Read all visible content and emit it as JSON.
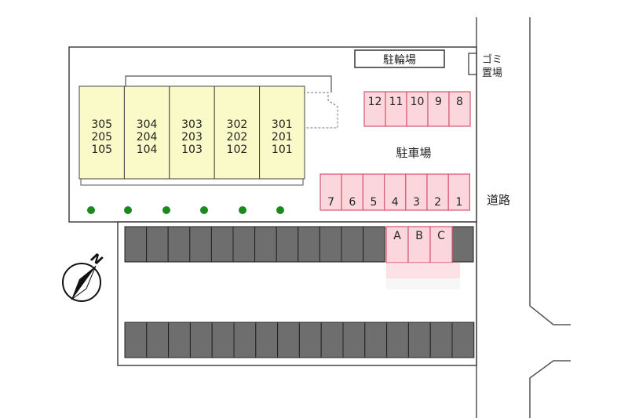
{
  "labels": {
    "bicycle_parking": "駐輪場",
    "garbage_line1": "ゴミ",
    "garbage_line2": "置場",
    "parking": "駐車場",
    "road": "道路",
    "north": "N"
  },
  "apartment_units": [
    [
      "305",
      "205",
      "105"
    ],
    [
      "304",
      "204",
      "104"
    ],
    [
      "303",
      "203",
      "103"
    ],
    [
      "302",
      "202",
      "102"
    ],
    [
      "301",
      "201",
      "101"
    ]
  ],
  "parking_top_row": [
    "12",
    "11",
    "10",
    "9",
    "8"
  ],
  "parking_middle_row": [
    "7",
    "6",
    "5",
    "4",
    "3",
    "2",
    "1"
  ],
  "reserved_spaces": [
    "A",
    "B",
    "C"
  ],
  "colors": {
    "building_fill": "#fafac8",
    "parking_fill": "#fbd7dd",
    "parking_stroke": "#d6566e",
    "shade_fill": "#6e6e6e",
    "tree": "#1a8a1a",
    "outline": "#444444"
  }
}
